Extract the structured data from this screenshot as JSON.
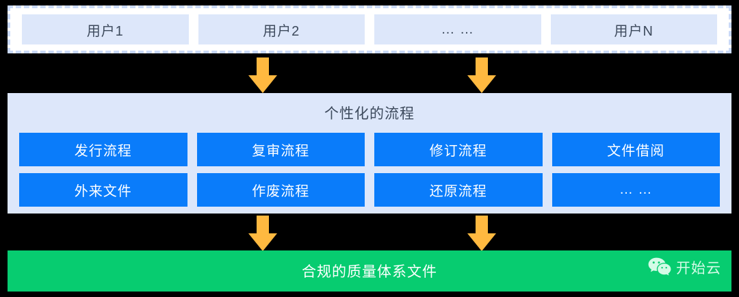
{
  "diagram": {
    "users_band": {
      "name": "user-layer",
      "boxes": [
        {
          "label": "用户1"
        },
        {
          "label": "用户2"
        },
        {
          "label": "… …"
        },
        {
          "label": "用户N"
        }
      ]
    },
    "arrows": {
      "color": "#ffb940",
      "direction": "down",
      "upper": [
        {
          "name": "arrow-users-to-process-left"
        },
        {
          "name": "arrow-users-to-process-right"
        }
      ],
      "lower": [
        {
          "name": "arrow-process-to-result-left"
        },
        {
          "name": "arrow-process-to-result-right"
        }
      ]
    },
    "process_panel": {
      "title": "个性化的流程",
      "rows": [
        [
          {
            "label": "发行流程"
          },
          {
            "label": "复审流程"
          },
          {
            "label": "修订流程"
          },
          {
            "label": "文件借阅"
          }
        ],
        [
          {
            "label": "外来文件"
          },
          {
            "label": "作废流程"
          },
          {
            "label": "还原流程"
          },
          {
            "label": "… …"
          }
        ]
      ]
    },
    "result_bar": {
      "label": "合规的质量体系文件"
    },
    "watermark": {
      "icon": "wechat-icon",
      "text": "开始云"
    }
  },
  "colors": {
    "background": "#000000",
    "panel_light_blue": "#dde7fa",
    "box_blue": "#0a7cfa",
    "arrow_orange": "#ffb940",
    "result_green": "#07cc70",
    "dashed_border": "#c9d9f7",
    "text_dark": "#3d4a5c",
    "text_light": "#ffffff"
  }
}
